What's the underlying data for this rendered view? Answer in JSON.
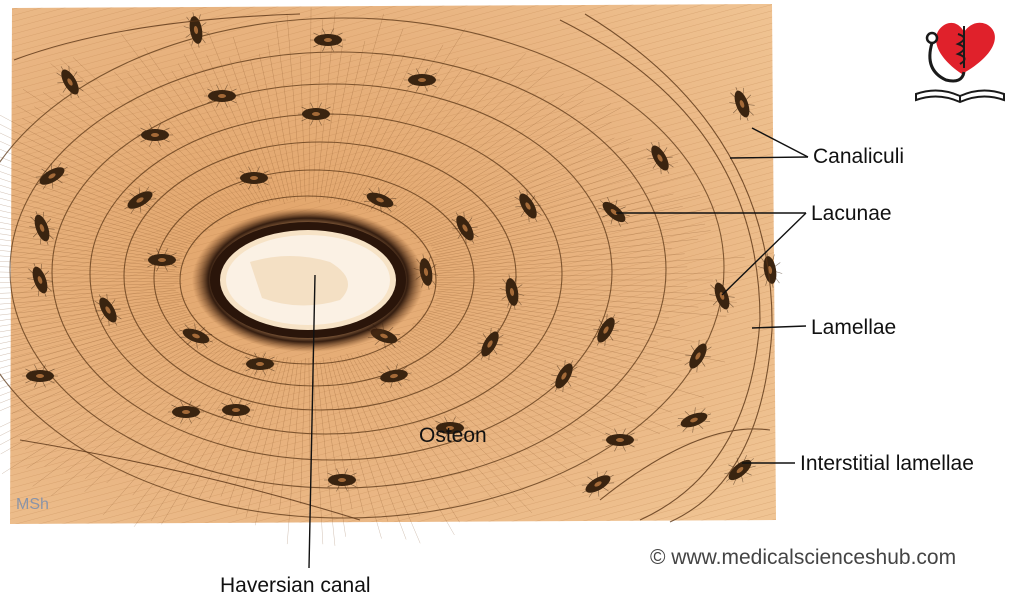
{
  "labels": {
    "canaliculi": "Canaliculi",
    "lacunae": "Lacunae",
    "lamellae": "Lamellae",
    "interstitial_lamellae": "Interstitial lamellae",
    "osteon": "Osteon",
    "haversian_canal": "Haversian canal"
  },
  "watermark": "MSh",
  "copyright": "© www.medicalscienceshub.com",
  "colors": {
    "tissue": "#e6b07c",
    "tissue_dark": "#c98f56",
    "lamella_line": "#5a3516",
    "lacuna": "#3a2410",
    "canal_fill": "#fbf1e4",
    "canal_rim": "#2a150a",
    "leader_line": "#111111",
    "logo_heart": "#e0212b",
    "logo_ink": "#1a1a1a"
  },
  "icons": {
    "logo": "heart-stethoscope-book-icon"
  }
}
